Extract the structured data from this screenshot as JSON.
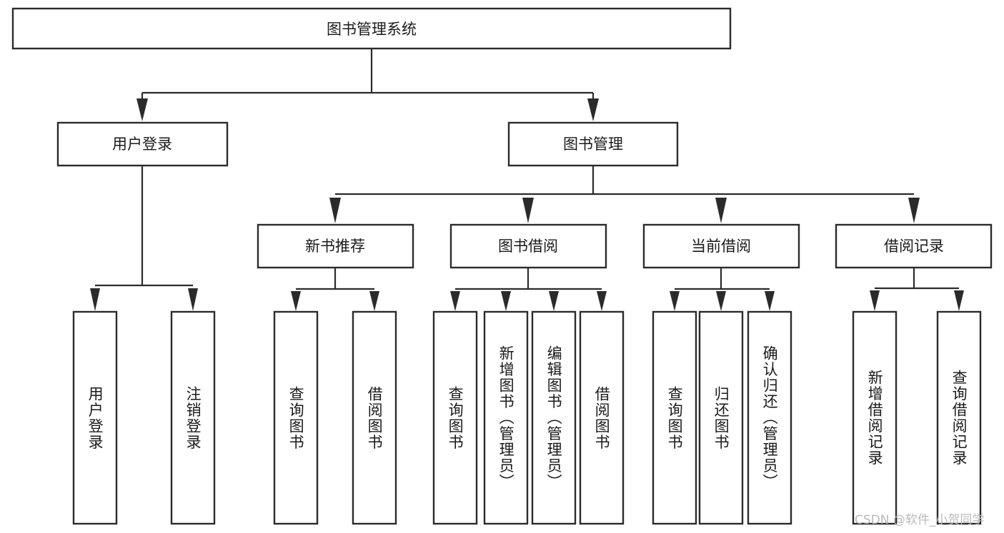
{
  "diagram": {
    "title_node": {
      "label": "图书管理系统"
    },
    "level2": [
      {
        "id": "user-login",
        "label": "用户登录"
      },
      {
        "id": "book-management",
        "label": "图书管理"
      }
    ],
    "level3": [
      {
        "id": "new-book-recommend",
        "label": "新书推荐"
      },
      {
        "id": "book-borrow",
        "label": "图书借阅"
      },
      {
        "id": "current-borrow",
        "label": "当前借阅"
      },
      {
        "id": "borrow-record",
        "label": "借阅记录"
      }
    ],
    "leaves": {
      "user_login": [
        {
          "id": "leaf-user-login",
          "label": "用户登录"
        },
        {
          "id": "leaf-logout-login",
          "label": "注销登录"
        }
      ],
      "new_book_recommend": [
        {
          "id": "leaf-query-book-1",
          "label": "查询图书"
        },
        {
          "id": "leaf-borrow-book-1",
          "label": "借阅图书"
        }
      ],
      "book_borrow": [
        {
          "id": "leaf-query-book-2",
          "label": "查询图书"
        },
        {
          "id": "leaf-add-book-admin",
          "label": "新增图书（管理员）"
        },
        {
          "id": "leaf-edit-book-admin",
          "label": "编辑图书（管理员）"
        },
        {
          "id": "leaf-borrow-book-2",
          "label": "借阅图书"
        }
      ],
      "current_borrow": [
        {
          "id": "leaf-query-book-3",
          "label": "查询图书"
        },
        {
          "id": "leaf-return-book",
          "label": "归还图书"
        },
        {
          "id": "leaf-confirm-return-admin",
          "label": "确认归还（管理员）"
        }
      ],
      "borrow_record": [
        {
          "id": "leaf-add-borrow-record",
          "label": "新增借阅记录"
        },
        {
          "id": "leaf-query-borrow-record",
          "label": "查询借阅记录"
        }
      ]
    },
    "watermark": {
      "text": "CSDN @软件_小贺同学"
    },
    "colors": {
      "stroke": "#2b2b2b",
      "box_fill": "#ffffff",
      "text": "#1a1a1a",
      "background": "#ffffff",
      "watermark": "#b9b9b9"
    }
  }
}
